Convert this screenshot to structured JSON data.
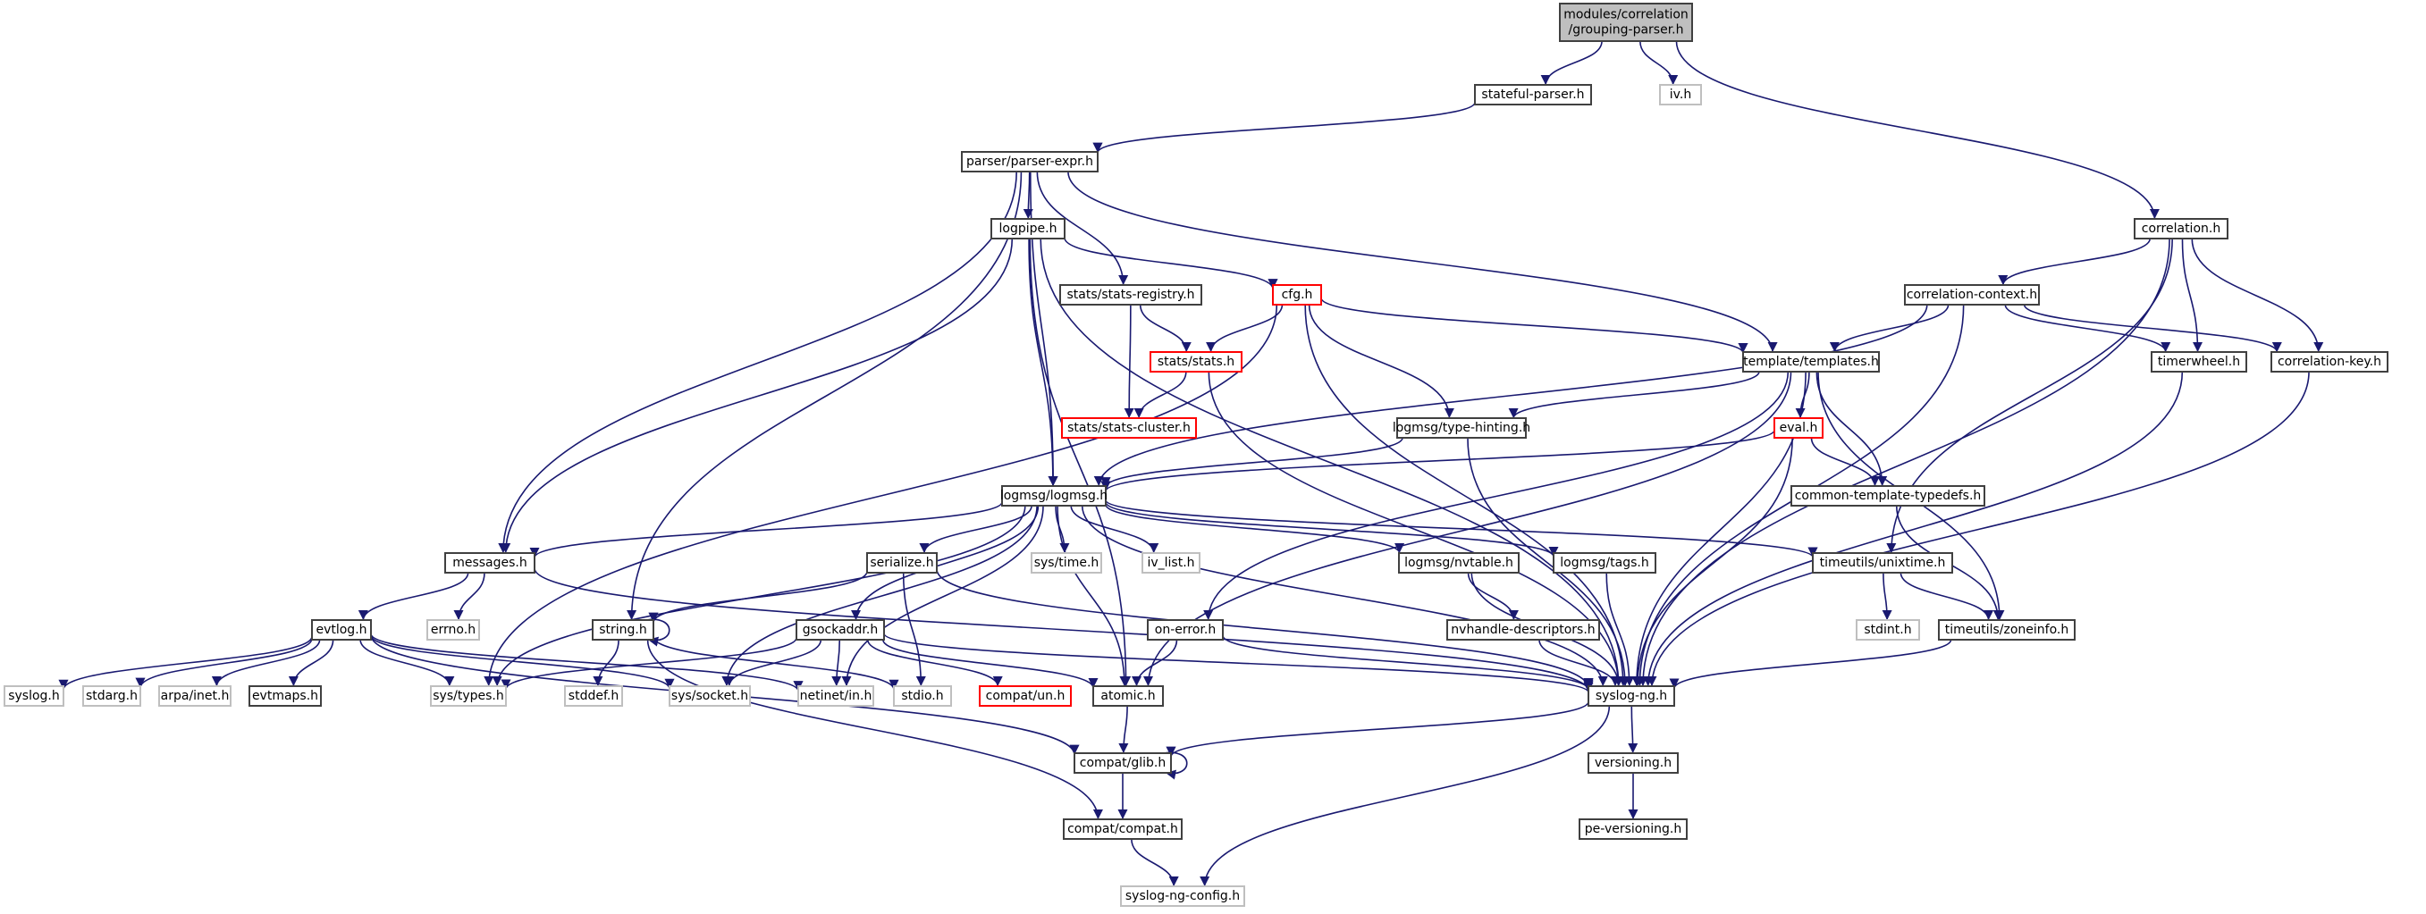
{
  "title": "modules/correlation/grouping-parser.h include dependency graph",
  "colors": {
    "edge": "#191970",
    "root_fill": "#bfbfbf",
    "node_border": "#404040",
    "truncated_border": "#ff0000",
    "external_border": "#bfbfbf"
  },
  "nodes": [
    {
      "id": "root",
      "label": [
        "modules/correlation",
        "/grouping-parser.h"
      ],
      "kind": "root"
    },
    {
      "id": "stateful-parser",
      "label": [
        "stateful-parser.h"
      ],
      "kind": "normal"
    },
    {
      "id": "iv",
      "label": [
        "iv.h"
      ],
      "kind": "external"
    },
    {
      "id": "parser-expr",
      "label": [
        "parser/parser-expr.h"
      ],
      "kind": "normal"
    },
    {
      "id": "correlation",
      "label": [
        "correlation.h"
      ],
      "kind": "normal"
    },
    {
      "id": "logpipe",
      "label": [
        "logpipe.h"
      ],
      "kind": "normal"
    },
    {
      "id": "stats-registry",
      "label": [
        "stats/stats-registry.h"
      ],
      "kind": "normal"
    },
    {
      "id": "cfg",
      "label": [
        "cfg.h"
      ],
      "kind": "truncated"
    },
    {
      "id": "correlation-context",
      "label": [
        "correlation-context.h"
      ],
      "kind": "normal"
    },
    {
      "id": "stats",
      "label": [
        "stats/stats.h"
      ],
      "kind": "truncated"
    },
    {
      "id": "templates",
      "label": [
        "template/templates.h"
      ],
      "kind": "normal"
    },
    {
      "id": "timerwheel",
      "label": [
        "timerwheel.h"
      ],
      "kind": "normal"
    },
    {
      "id": "correlation-key",
      "label": [
        "correlation-key.h"
      ],
      "kind": "normal"
    },
    {
      "id": "stats-cluster",
      "label": [
        "stats/stats-cluster.h"
      ],
      "kind": "truncated"
    },
    {
      "id": "type-hinting",
      "label": [
        "logmsg/type-hinting.h"
      ],
      "kind": "normal"
    },
    {
      "id": "eval",
      "label": [
        "eval.h"
      ],
      "kind": "truncated"
    },
    {
      "id": "logmsg",
      "label": [
        "logmsg/logmsg.h"
      ],
      "kind": "normal"
    },
    {
      "id": "common-template-typedefs",
      "label": [
        "common-template-typedefs.h"
      ],
      "kind": "normal"
    },
    {
      "id": "messages",
      "label": [
        "messages.h"
      ],
      "kind": "normal"
    },
    {
      "id": "serialize",
      "label": [
        "serialize.h"
      ],
      "kind": "normal"
    },
    {
      "id": "sys-time",
      "label": [
        "sys/time.h"
      ],
      "kind": "external"
    },
    {
      "id": "iv_list",
      "label": [
        "iv_list.h"
      ],
      "kind": "external"
    },
    {
      "id": "nvtable",
      "label": [
        "logmsg/nvtable.h"
      ],
      "kind": "normal"
    },
    {
      "id": "tags",
      "label": [
        "logmsg/tags.h"
      ],
      "kind": "normal"
    },
    {
      "id": "unixtime",
      "label": [
        "timeutils/unixtime.h"
      ],
      "kind": "normal"
    },
    {
      "id": "evtlog",
      "label": [
        "evtlog.h"
      ],
      "kind": "normal"
    },
    {
      "id": "errno",
      "label": [
        "errno.h"
      ],
      "kind": "external"
    },
    {
      "id": "string",
      "label": [
        "string.h"
      ],
      "kind": "normal"
    },
    {
      "id": "gsockaddr",
      "label": [
        "gsockaddr.h"
      ],
      "kind": "normal"
    },
    {
      "id": "on-error",
      "label": [
        "on-error.h"
      ],
      "kind": "normal"
    },
    {
      "id": "nvhandle-descriptors",
      "label": [
        "nvhandle-descriptors.h"
      ],
      "kind": "normal"
    },
    {
      "id": "stdint",
      "label": [
        "stdint.h"
      ],
      "kind": "external"
    },
    {
      "id": "zoneinfo",
      "label": [
        "timeutils/zoneinfo.h"
      ],
      "kind": "normal"
    },
    {
      "id": "syslog",
      "label": [
        "syslog.h"
      ],
      "kind": "external"
    },
    {
      "id": "stdarg",
      "label": [
        "stdarg.h"
      ],
      "kind": "external"
    },
    {
      "id": "arpa-inet",
      "label": [
        "arpa/inet.h"
      ],
      "kind": "external"
    },
    {
      "id": "evtmaps",
      "label": [
        "evtmaps.h"
      ],
      "kind": "normal"
    },
    {
      "id": "sys-types",
      "label": [
        "sys/types.h"
      ],
      "kind": "external"
    },
    {
      "id": "stddef",
      "label": [
        "stddef.h"
      ],
      "kind": "external"
    },
    {
      "id": "sys-socket",
      "label": [
        "sys/socket.h"
      ],
      "kind": "external"
    },
    {
      "id": "netinet-in",
      "label": [
        "netinet/in.h"
      ],
      "kind": "external"
    },
    {
      "id": "stdio",
      "label": [
        "stdio.h"
      ],
      "kind": "external"
    },
    {
      "id": "compat-un",
      "label": [
        "compat/un.h"
      ],
      "kind": "truncated"
    },
    {
      "id": "atomic",
      "label": [
        "atomic.h"
      ],
      "kind": "normal"
    },
    {
      "id": "syslog-ng",
      "label": [
        "syslog-ng.h"
      ],
      "kind": "normal"
    },
    {
      "id": "compat-glib",
      "label": [
        "compat/glib.h"
      ],
      "kind": "normal"
    },
    {
      "id": "versioning",
      "label": [
        "versioning.h"
      ],
      "kind": "normal"
    },
    {
      "id": "compat-compat",
      "label": [
        "compat/compat.h"
      ],
      "kind": "normal"
    },
    {
      "id": "pe-versioning",
      "label": [
        "pe-versioning.h"
      ],
      "kind": "normal"
    },
    {
      "id": "syslog-ng-config",
      "label": [
        "syslog-ng-config.h"
      ],
      "kind": "external"
    }
  ],
  "edges": [
    [
      "root",
      "stateful-parser"
    ],
    [
      "root",
      "iv"
    ],
    [
      "root",
      "correlation"
    ],
    [
      "stateful-parser",
      "parser-expr"
    ],
    [
      "parser-expr",
      "logpipe"
    ],
    [
      "parser-expr",
      "stats-registry"
    ],
    [
      "parser-expr",
      "templates"
    ],
    [
      "parser-expr",
      "messages"
    ],
    [
      "parser-expr",
      "string"
    ],
    [
      "parser-expr",
      "logmsg"
    ],
    [
      "logpipe",
      "cfg"
    ],
    [
      "logpipe",
      "messages"
    ],
    [
      "logpipe",
      "logmsg"
    ],
    [
      "logpipe",
      "atomic"
    ],
    [
      "logpipe",
      "syslog-ng"
    ],
    [
      "stats-registry",
      "stats"
    ],
    [
      "stats-registry",
      "stats-cluster"
    ],
    [
      "cfg",
      "stats"
    ],
    [
      "cfg",
      "templates"
    ],
    [
      "cfg",
      "type-hinting"
    ],
    [
      "cfg",
      "sys-types"
    ],
    [
      "cfg",
      "syslog-ng"
    ],
    [
      "stats",
      "stats-cluster"
    ],
    [
      "stats",
      "syslog-ng"
    ],
    [
      "correlation",
      "correlation-context"
    ],
    [
      "correlation",
      "timerwheel"
    ],
    [
      "correlation",
      "correlation-key"
    ],
    [
      "correlation",
      "unixtime"
    ],
    [
      "correlation",
      "syslog-ng"
    ],
    [
      "correlation-context",
      "templates"
    ],
    [
      "correlation-context",
      "timerwheel"
    ],
    [
      "correlation-context",
      "correlation-key"
    ],
    [
      "correlation-context",
      "logmsg"
    ],
    [
      "correlation-context",
      "syslog-ng"
    ],
    [
      "templates",
      "type-hinting"
    ],
    [
      "templates",
      "eval"
    ],
    [
      "templates",
      "common-template-typedefs"
    ],
    [
      "templates",
      "on-error"
    ],
    [
      "templates",
      "atomic"
    ],
    [
      "templates",
      "zoneinfo"
    ],
    [
      "templates",
      "syslog-ng"
    ],
    [
      "timerwheel",
      "syslog-ng"
    ],
    [
      "correlation-key",
      "syslog-ng"
    ],
    [
      "type-hinting",
      "logmsg"
    ],
    [
      "type-hinting",
      "syslog-ng"
    ],
    [
      "eval",
      "logmsg"
    ],
    [
      "eval",
      "common-template-typedefs"
    ],
    [
      "eval",
      "syslog-ng"
    ],
    [
      "common-template-typedefs",
      "zoneinfo"
    ],
    [
      "logmsg",
      "messages"
    ],
    [
      "logmsg",
      "serialize"
    ],
    [
      "logmsg",
      "sys-time"
    ],
    [
      "logmsg",
      "iv_list"
    ],
    [
      "logmsg",
      "nvtable"
    ],
    [
      "logmsg",
      "tags"
    ],
    [
      "logmsg",
      "unixtime"
    ],
    [
      "logmsg",
      "gsockaddr"
    ],
    [
      "logmsg",
      "sys-types"
    ],
    [
      "logmsg",
      "sys-socket"
    ],
    [
      "logmsg",
      "netinet-in"
    ],
    [
      "logmsg",
      "atomic"
    ],
    [
      "logmsg",
      "syslog-ng"
    ],
    [
      "messages",
      "evtlog"
    ],
    [
      "messages",
      "errno"
    ],
    [
      "messages",
      "syslog-ng"
    ],
    [
      "serialize",
      "string"
    ],
    [
      "serialize",
      "stdio"
    ],
    [
      "serialize",
      "syslog-ng"
    ],
    [
      "nvtable",
      "nvhandle-descriptors"
    ],
    [
      "nvtable",
      "syslog-ng"
    ],
    [
      "tags",
      "syslog-ng"
    ],
    [
      "unixtime",
      "stdint"
    ],
    [
      "unixtime",
      "zoneinfo"
    ],
    [
      "evtlog",
      "syslog"
    ],
    [
      "evtlog",
      "stdarg"
    ],
    [
      "evtlog",
      "arpa-inet"
    ],
    [
      "evtlog",
      "evtmaps"
    ],
    [
      "evtlog",
      "sys-types"
    ],
    [
      "evtlog",
      "sys-socket"
    ],
    [
      "evtlog",
      "netinet-in"
    ],
    [
      "evtlog",
      "compat-glib"
    ],
    [
      "string",
      "string"
    ],
    [
      "string",
      "stddef"
    ],
    [
      "string",
      "stdio"
    ],
    [
      "string",
      "compat-compat"
    ],
    [
      "gsockaddr",
      "sys-types"
    ],
    [
      "gsockaddr",
      "sys-socket"
    ],
    [
      "gsockaddr",
      "netinet-in"
    ],
    [
      "gsockaddr",
      "compat-un"
    ],
    [
      "gsockaddr",
      "atomic"
    ],
    [
      "gsockaddr",
      "syslog-ng"
    ],
    [
      "on-error",
      "atomic"
    ],
    [
      "on-error",
      "syslog-ng"
    ],
    [
      "nvhandle-descriptors",
      "syslog-ng"
    ],
    [
      "zoneinfo",
      "syslog-ng"
    ],
    [
      "atomic",
      "compat-glib"
    ],
    [
      "syslog-ng",
      "compat-glib"
    ],
    [
      "syslog-ng",
      "versioning"
    ],
    [
      "syslog-ng",
      "syslog-ng-config"
    ],
    [
      "compat-glib",
      "compat-glib"
    ],
    [
      "compat-glib",
      "compat-compat"
    ],
    [
      "versioning",
      "pe-versioning"
    ],
    [
      "compat-compat",
      "syslog-ng-config"
    ]
  ]
}
